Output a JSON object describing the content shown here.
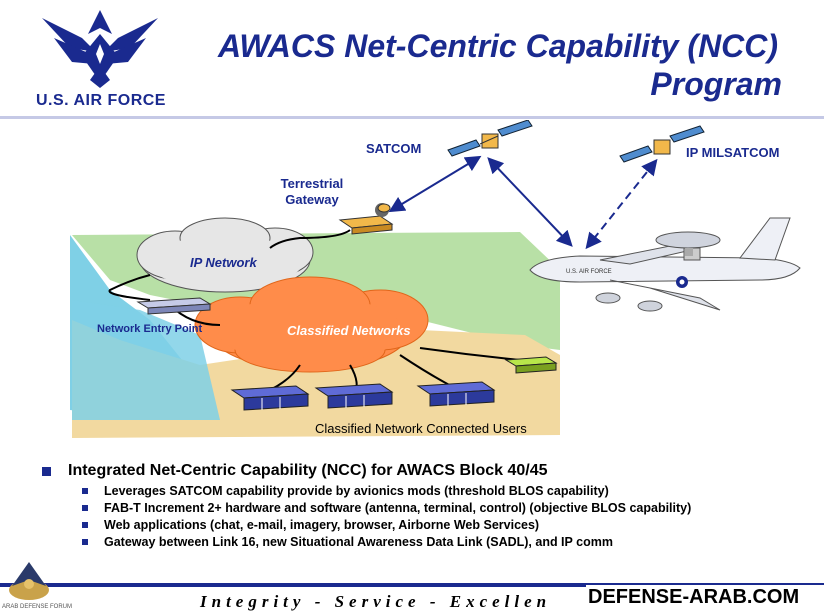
{
  "header": {
    "title_line1": "AWACS Net-Centric Capability (NCC)",
    "title_line2": "Program",
    "logo_text": "U.S. AIR FORCE"
  },
  "diagram": {
    "labels": {
      "satcom": "SATCOM",
      "ip_milsatcom": "IP MILSATCOM",
      "terrestrial_gateway": "Terrestrial Gateway",
      "ip_network": "IP Network",
      "classified_networks": "Classified Networks",
      "network_entry_point": "Network Entry Point",
      "classified_users": "Classified Network Connected Users",
      "aircraft_marking": "U.S. AIR FORCE"
    }
  },
  "bullets": {
    "main": "Integrated Net-Centric Capability (NCC) for AWACS Block 40/45",
    "sub": [
      "Leverages SATCOM capability provide by avionics mods (threshold BLOS capability)",
      "FAB-T Increment 2+ hardware and software (antenna, terminal, control) (objective BLOS capability)",
      "Web applications (chat, e-mail, imagery, browser, Airborne Web Services)",
      "Gateway between Link 16, new Situational Awareness Data Link (SADL), and IP comm"
    ]
  },
  "footer": {
    "motto": "Integrity - Service - Excellen",
    "watermark": "DEFENSE-ARAB.COM",
    "forum": "ARAB DEFENSE FORUM"
  },
  "colors": {
    "brand": "#1a2a8f",
    "cloud": "#ff8c4a",
    "land": "#b8e0a6",
    "sand": "#f2d9a0",
    "water": "#7fd0e6"
  }
}
